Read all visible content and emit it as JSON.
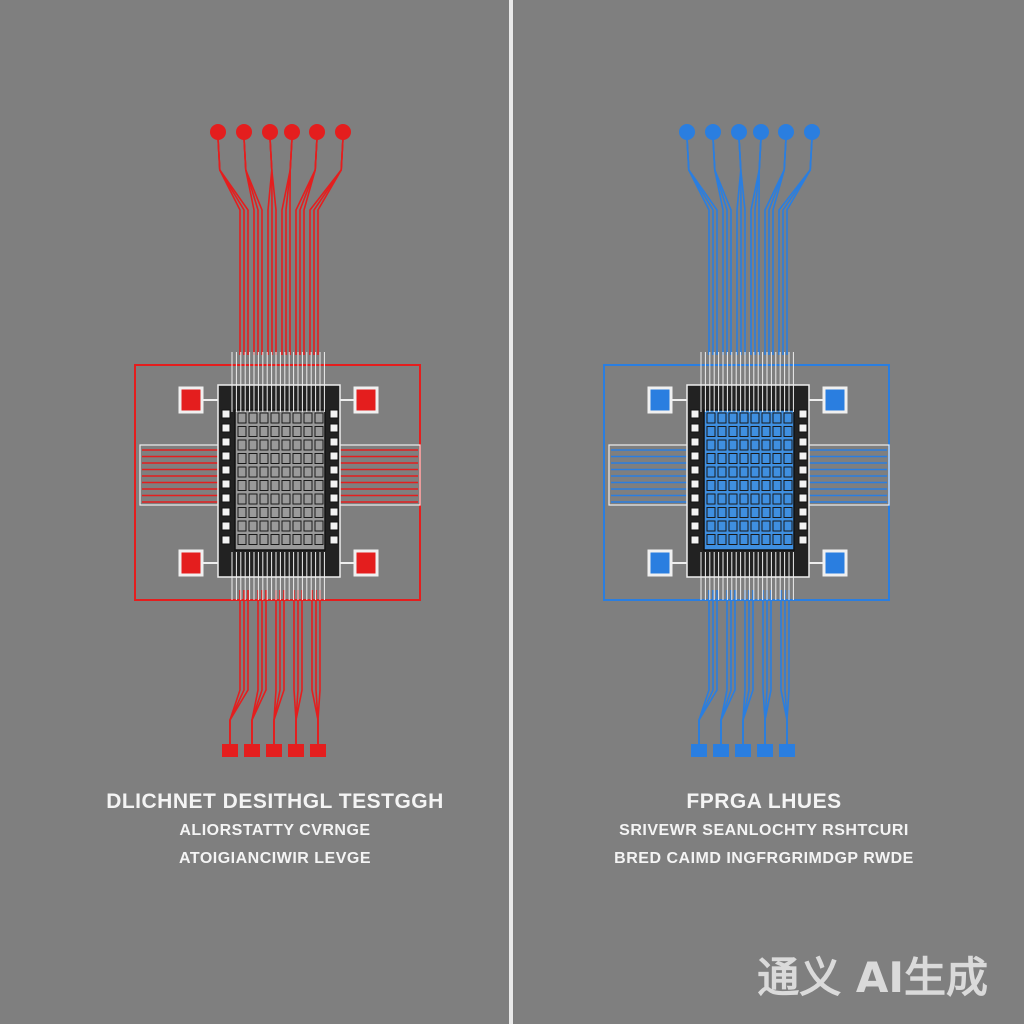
{
  "left": {
    "color": "#e41e1e",
    "chip_color": "#9a9a9a",
    "title": "DLICHNET DESITHGL TESTGGH",
    "line2": "ALIORSTATTY CVRNGE",
    "line3": "ATOIGIANCIWIR LEVGE"
  },
  "right": {
    "color": "#2a7ee0",
    "chip_color": "#3f8fe0",
    "title": "FPRGA LHUES",
    "line2": "SRIVEWR SEANLOCHTY RSHTCURI",
    "line3": "BRED CAIMD INGFRGRIMDGP RWDE"
  },
  "watermark": "通义 AI生成"
}
